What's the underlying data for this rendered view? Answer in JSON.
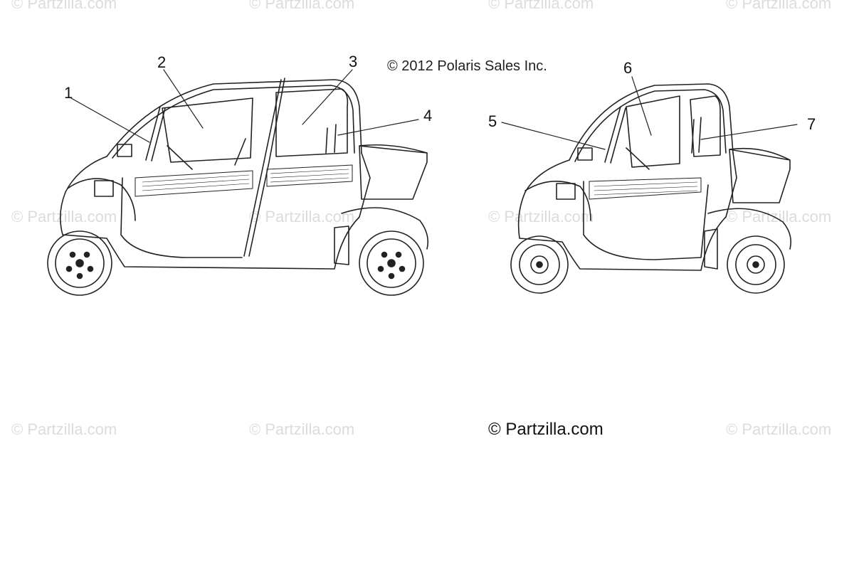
{
  "watermarks": {
    "text": "© Partzilla.com",
    "main_text": "© Partzilla.com"
  },
  "copyright": "© 2012 Polaris Sales Inc.",
  "callouts": [
    "1",
    "2",
    "3",
    "4",
    "5",
    "6",
    "7"
  ],
  "colors": {
    "line": "#222222",
    "watermark": "#dcdcdc",
    "background": "#ffffff"
  }
}
